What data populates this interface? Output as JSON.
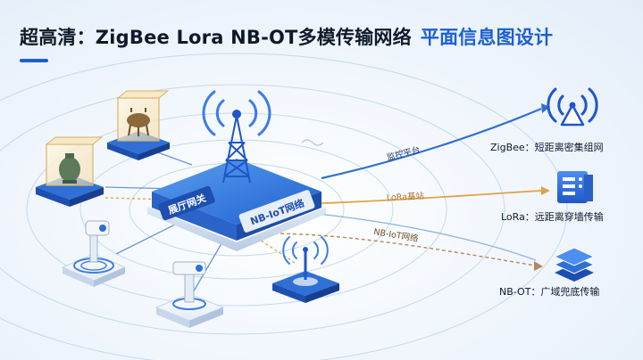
{
  "title": {
    "main": "超高清：ZigBee Lora NB-OT多模传输网络",
    "highlight": "平面信息图设计"
  },
  "hub": {
    "left_label": "展厅网关",
    "right_label": "NB-IoT网络"
  },
  "links": {
    "monitor": "监控平台",
    "lora": "LoRa基站",
    "nbiot": "NB-IoT网络"
  },
  "protocols": [
    {
      "label": "ZigBee：短距离密集组网",
      "icon": "zigbee-antenna-icon"
    },
    {
      "label": "LoRa：远距离穿墙传输",
      "icon": "lora-server-icon"
    },
    {
      "label": "NB-OT：广域兜底传输",
      "icon": "nbiot-layers-icon"
    }
  ],
  "colors": {
    "accent": "#1b5fd1",
    "link_blue": "#2f6fd6",
    "link_orange": "#e0a24a",
    "link_brown": "#b08a5a"
  }
}
